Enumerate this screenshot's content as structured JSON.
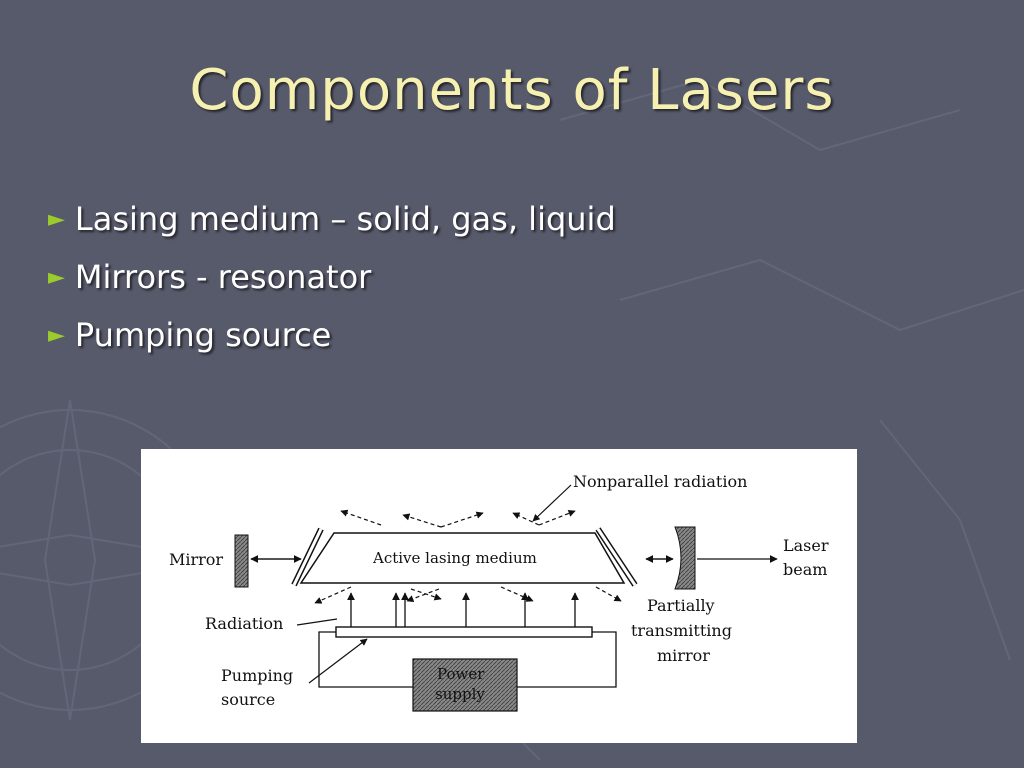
{
  "slide": {
    "title": "Components of Lasers",
    "bullets": [
      "Lasing medium – solid, gas, liquid",
      "Mirrors - resonator",
      "Pumping source"
    ]
  },
  "diagram": {
    "labels": {
      "nonparallel": "Nonparallel radiation",
      "mirror": "Mirror",
      "active_medium": "Active lasing medium",
      "laser_beam_1": "Laser",
      "laser_beam_2": "beam",
      "radiation": "Radiation",
      "partial_1": "Partially",
      "partial_2": "transmitting",
      "partial_3": "mirror",
      "pumping_1": "Pumping",
      "pumping_2": "source",
      "power_1": "Power",
      "power_2": "supply"
    }
  },
  "colors": {
    "background": "#575a6a",
    "title": "#f6f1b0",
    "text": "#ffffff",
    "bullet": "#9ccc2c"
  }
}
